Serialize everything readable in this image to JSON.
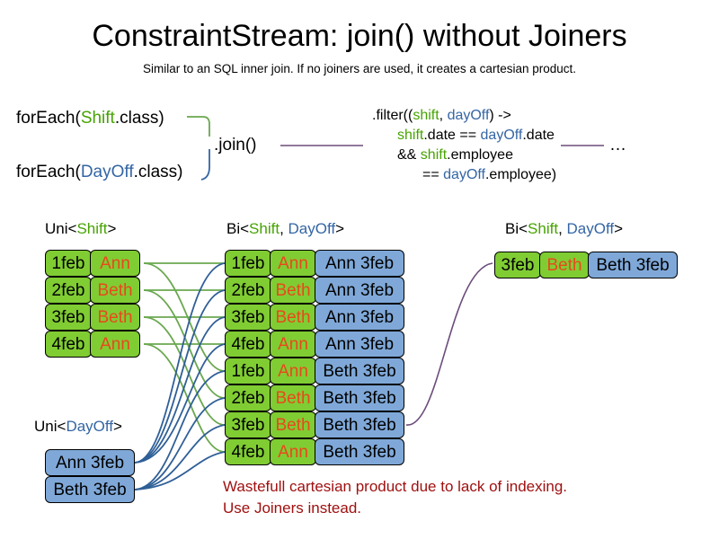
{
  "header": {
    "title": "ConstraintStream: join() without Joiners",
    "subtitle": "Similar to an SQL inner join. If no joiners are used, it creates a cartesian product."
  },
  "pipeline": {
    "foreach_shift": {
      "prefix": "forEach(",
      "type": "Shift",
      "suffix": ".class)"
    },
    "foreach_dayoff": {
      "prefix": "forEach(",
      "type": "DayOff",
      "suffix": ".class)"
    },
    "join_label": ".join()",
    "ellipsis": "…",
    "filter": {
      "line1_prefix": ".filter((",
      "line1_param1": "shift",
      "line1_comma": ", ",
      "line1_param2": "dayOff",
      "line1_suffix": ") ->",
      "line2_a": "shift",
      "line2_b": ".date == ",
      "line2_c": "dayOff",
      "line2_d": ".date",
      "line3_a": "&& ",
      "line3_b": "shift",
      "line3_c": ".employee",
      "line4_a": "== ",
      "line4_b": "dayOff",
      "line4_c": ".employee)"
    }
  },
  "columns": {
    "uni_shift_head": {
      "prefix": "Uni<",
      "type": "Shift",
      "suffix": ">"
    },
    "bi_mid_head": {
      "prefix": "Bi<",
      "type1": "Shift",
      "comma": ", ",
      "type2": "DayOff",
      "suffix": ">"
    },
    "bi_right_head": {
      "prefix": "Bi<",
      "type1": "Shift",
      "comma": ", ",
      "type2": "DayOff",
      "suffix": ">"
    },
    "uni_dayoff_head": {
      "prefix": "Uni<",
      "type": "DayOff",
      "suffix": ">"
    }
  },
  "uni_shift_rows": [
    {
      "date": "1feb",
      "name": "Ann"
    },
    {
      "date": "2feb",
      "name": "Beth"
    },
    {
      "date": "3feb",
      "name": "Beth"
    },
    {
      "date": "4feb",
      "name": "Ann"
    }
  ],
  "uni_dayoff_rows": [
    {
      "dayoff": "Ann 3feb"
    },
    {
      "dayoff": "Beth 3feb"
    }
  ],
  "bi_rows": [
    {
      "date": "1feb",
      "name": "Ann",
      "dayoff": "Ann 3feb"
    },
    {
      "date": "2feb",
      "name": "Beth",
      "dayoff": "Ann 3feb"
    },
    {
      "date": "3feb",
      "name": "Beth",
      "dayoff": "Ann 3feb"
    },
    {
      "date": "4feb",
      "name": "Ann",
      "dayoff": "Ann 3feb"
    },
    {
      "date": "1feb",
      "name": "Ann",
      "dayoff": "Beth 3feb"
    },
    {
      "date": "2feb",
      "name": "Beth",
      "dayoff": "Beth 3feb"
    },
    {
      "date": "3feb",
      "name": "Beth",
      "dayoff": "Beth 3feb"
    },
    {
      "date": "4feb",
      "name": "Ann",
      "dayoff": "Beth 3feb"
    }
  ],
  "bi_result_rows": [
    {
      "date": "3feb",
      "name": "Beth",
      "dayoff": "Beth 3feb"
    }
  ],
  "warning": {
    "line1": "Wastefull cartesian product due to lack of indexing.",
    "line2": "Use Joiners instead."
  },
  "colors": {
    "shift_green": "#46a302",
    "dayoff_blue": "#3465a4",
    "box_green": "#80cc33",
    "box_blue": "#7fa8d8",
    "name_orange": "#e8491c",
    "warning_red": "#a01010",
    "link_green": "#6aa84f",
    "link_blue": "#2f5f97",
    "link_purple": "#6b4b7a"
  }
}
